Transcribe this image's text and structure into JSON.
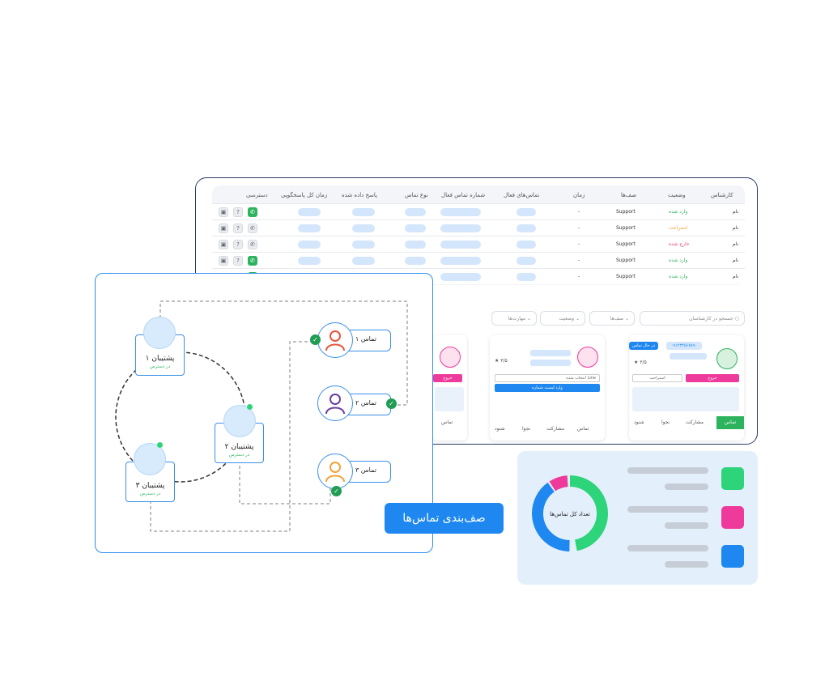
{
  "table": {
    "headers": [
      "کارشناس",
      "وضعیت",
      "صف‌ها",
      "زمان",
      "تماس‌های فعال",
      "شماره تماس فعال",
      "نوع تماس",
      "پاسخ داده شده",
      "زمان کل پاسخگویی",
      "دسترسی"
    ],
    "rows": [
      {
        "name": "نام",
        "status": "وارد شده",
        "status_color": "#2db35e",
        "queue": "Support",
        "time": "-",
        "access": [
          "on",
          "off",
          "off"
        ]
      },
      {
        "name": "نام",
        "status": "استراحت",
        "status_color": "#f2a33a",
        "queue": "Support",
        "time": "-",
        "access": [
          "off",
          "off",
          "off"
        ]
      },
      {
        "name": "نام",
        "status": "خارج شده",
        "status_color": "#e6407a",
        "queue": "Support",
        "time": "-",
        "access": [
          "off",
          "off",
          "off"
        ]
      },
      {
        "name": "نام",
        "status": "وارد شده",
        "status_color": "#2db35e",
        "queue": "Support",
        "time": "-",
        "access": [
          "on",
          "off",
          "off"
        ]
      },
      {
        "name": "نام",
        "status": "وارد شده",
        "status_color": "#2db35e",
        "queue": "Support",
        "time": "-",
        "access": [
          "on",
          "off",
          "off"
        ]
      }
    ]
  },
  "filters": {
    "search_placeholder": "جستجو در کارشناسان",
    "queues": "صف‌ها",
    "status": "وضعیت",
    "skills": "مهارت‌ها"
  },
  "cards": {
    "right": {
      "phone": "۰۹۱۲۳۴۵۶۷۸۹۰",
      "state": "در حال تماس",
      "rating": "۳/۵",
      "exit": "خروج",
      "rest": "استراحت",
      "call": "تماس",
      "share": "مشارکت",
      "whisper": "نجوا",
      "listen": "شنود"
    },
    "middle": {
      "rating": "۳/۵",
      "select": "انتخاب شده Line",
      "login": "وارد لیست شماره",
      "call": "تماس",
      "share": "مشارکت",
      "whisper": "نجوا",
      "listen": "شنود"
    },
    "left": {
      "exit": "خروج",
      "call": "تماس"
    }
  },
  "flow": {
    "supporters": [
      {
        "name": "پشتیبان ۱",
        "status": "در دسترس"
      },
      {
        "name": "پشتیبان ۲",
        "status": "در دسترس"
      },
      {
        "name": "پشتیبان ۳",
        "status": "در دسترس"
      }
    ],
    "calls": [
      {
        "label": "تماس ۱",
        "color": "#e8553a"
      },
      {
        "label": "تماس ۲",
        "color": "#6b3fa0"
      },
      {
        "label": "تماس ۳",
        "color": "#f2a33a"
      }
    ],
    "queue_button": "صف‌بندی تماس‌ها"
  },
  "stats": {
    "donut_label": "تعداد کل تماس‌ها",
    "colors": {
      "green": "#2ed47a",
      "pink": "#ee3b9b",
      "blue": "#1e88f0"
    }
  }
}
